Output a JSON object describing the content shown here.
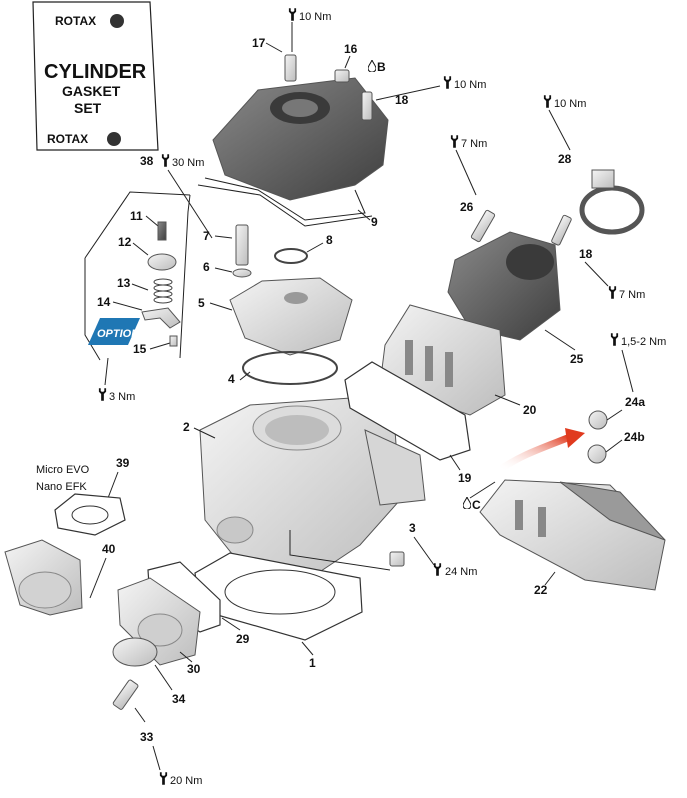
{
  "kit_card": {
    "brand_top": "ROTAX",
    "title_line1": "CYLINDER",
    "title_line2": "GASKET",
    "title_line3": "SET",
    "brand_bottom": "ROTAX"
  },
  "option_badge": "OPTION",
  "variant_note": {
    "line1": "Micro EVO",
    "line2": "Nano EFK"
  },
  "labels": {
    "p1": "1",
    "p2": "2",
    "p3": "3",
    "p4": "4",
    "p5": "5",
    "p6": "6",
    "p7": "7",
    "p8": "8",
    "p9": "9",
    "p11": "11",
    "p12": "12",
    "p13": "13",
    "p14": "14",
    "p15": "15",
    "p16": "16",
    "p17": "17",
    "p18a": "18",
    "p18b": "18",
    "p19": "19",
    "p20": "20",
    "p22": "22",
    "p24a": "24a",
    "p24b": "24b",
    "p25": "25",
    "p26": "26",
    "p28": "28",
    "p29": "29",
    "p30": "30",
    "p33": "33",
    "p34": "34",
    "p38": "38",
    "p39": "39",
    "p40": "40",
    "sealB": "B",
    "sealC": "C"
  },
  "torques": {
    "t17": "10 Nm",
    "t18a": "10 Nm",
    "t28": "10 Nm",
    "t38": "30 Nm",
    "t26": "7 Nm",
    "t18b": "7 Nm",
    "t24": "1,5-2 Nm",
    "t15": "3 Nm",
    "t3": "24 Nm",
    "t33": "20 Nm"
  },
  "icons": [
    "torque-wrench-icon",
    "sealant-drop-icon",
    "rotax-logo-icon"
  ],
  "colors": {
    "part_light": "#e6e6e6",
    "part_dark": "#5d5d5d",
    "arrow_red": "#e03a1e",
    "badge_blue": "#1f77b4"
  }
}
